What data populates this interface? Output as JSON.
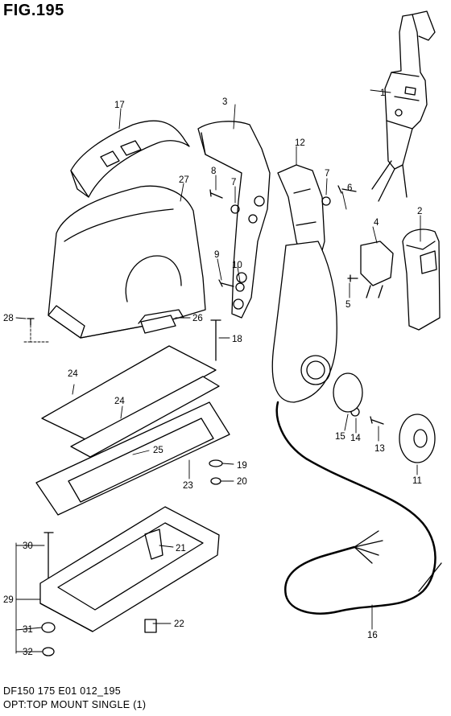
{
  "figure": {
    "title": "FIG.195",
    "footer_line1": "DF150 175 E01 012_195",
    "footer_line2": "OPT:TOP MOUNT SINGLE (1)"
  },
  "callouts": [
    {
      "id": "c1",
      "label": "1"
    },
    {
      "id": "c2",
      "label": "2"
    },
    {
      "id": "c3",
      "label": "3"
    },
    {
      "id": "c4",
      "label": "4"
    },
    {
      "id": "c5",
      "label": "5"
    },
    {
      "id": "c6",
      "label": "6"
    },
    {
      "id": "c7a",
      "label": "7"
    },
    {
      "id": "c7b",
      "label": "7"
    },
    {
      "id": "c8",
      "label": "8"
    },
    {
      "id": "c9",
      "label": "9"
    },
    {
      "id": "c10",
      "label": "10"
    },
    {
      "id": "c11",
      "label": "11"
    },
    {
      "id": "c12",
      "label": "12"
    },
    {
      "id": "c13",
      "label": "13"
    },
    {
      "id": "c14",
      "label": "14"
    },
    {
      "id": "c15",
      "label": "15"
    },
    {
      "id": "c16",
      "label": "16"
    },
    {
      "id": "c17",
      "label": "17"
    },
    {
      "id": "c18",
      "label": "18"
    },
    {
      "id": "c19",
      "label": "19"
    },
    {
      "id": "c20",
      "label": "20"
    },
    {
      "id": "c21",
      "label": "21"
    },
    {
      "id": "c22",
      "label": "22"
    },
    {
      "id": "c23",
      "label": "23"
    },
    {
      "id": "c24a",
      "label": "24"
    },
    {
      "id": "c24b",
      "label": "24"
    },
    {
      "id": "c25",
      "label": "25"
    },
    {
      "id": "c26",
      "label": "26"
    },
    {
      "id": "c27",
      "label": "27"
    },
    {
      "id": "c28",
      "label": "28"
    },
    {
      "id": "c29",
      "label": "29"
    },
    {
      "id": "c30",
      "label": "30"
    },
    {
      "id": "c31",
      "label": "31"
    },
    {
      "id": "c32",
      "label": "32"
    }
  ]
}
